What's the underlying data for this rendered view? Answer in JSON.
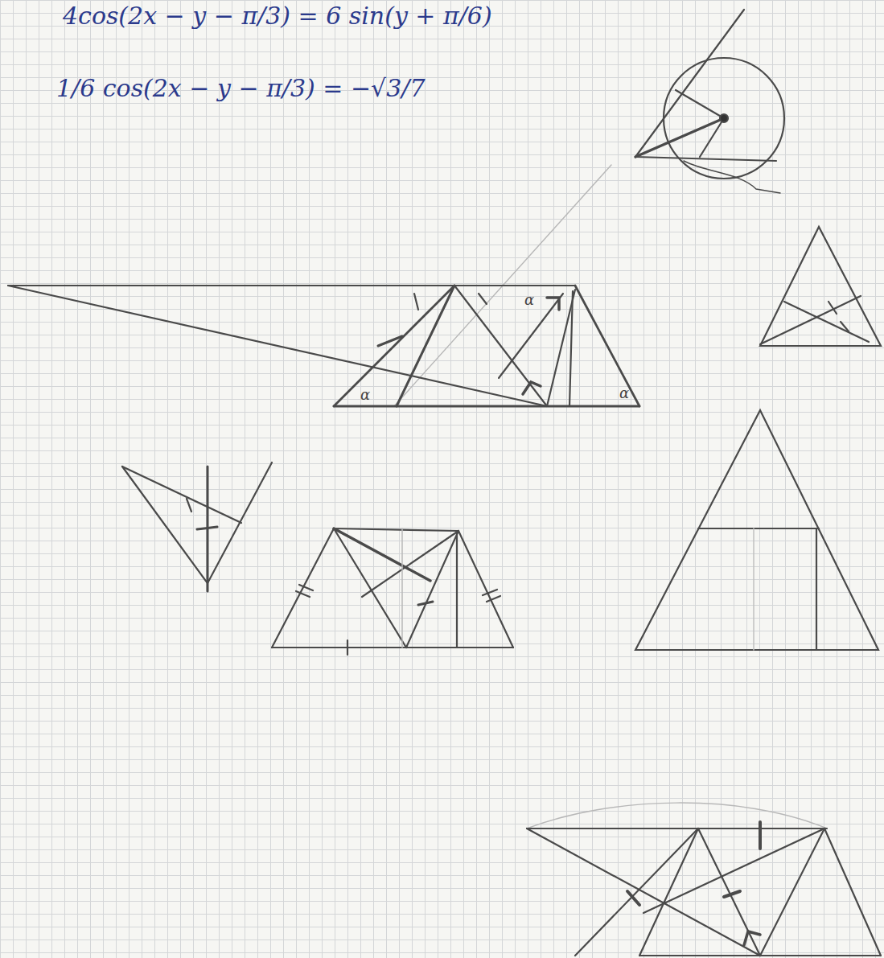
{
  "diagram": {
    "labels": [
      "4cos(2x − y − π/3) = 6 sin(y + π/6)",
      "1/6 cos(2x − y − π/3) = −√3/7",
      "α",
      "α",
      "α"
    ]
  }
}
